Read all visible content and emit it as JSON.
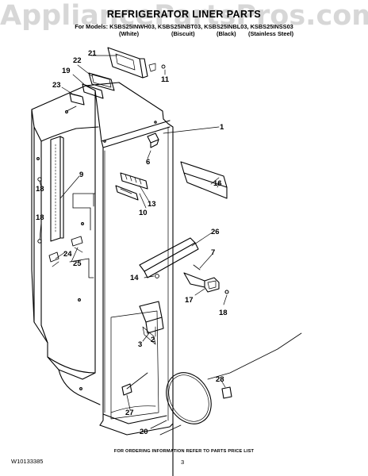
{
  "watermark": "AppliancePartsPros.com",
  "header": {
    "title": "REFRIGERATOR LINER PARTS",
    "models": "For Models: KSBS25INWH03, KSBS25INBT03, KSBS25INBL03, KSBS25INSS03",
    "variants": [
      "(White)",
      "(Biscuit)",
      "(Black)",
      "(Stainless Steel)"
    ]
  },
  "callouts": [
    "1",
    "2",
    "3",
    "6",
    "7",
    "9",
    "10",
    "11",
    "13",
    "14",
    "16",
    "17",
    "18",
    "18",
    "18",
    "19",
    "20",
    "21",
    "22",
    "23",
    "24",
    "25",
    "26",
    "27",
    "28"
  ],
  "footer": {
    "note": "FOR ORDERING INFORMATION REFER TO PARTS PRICE LIST",
    "doc_number": "W10133385",
    "page_number": "3"
  }
}
